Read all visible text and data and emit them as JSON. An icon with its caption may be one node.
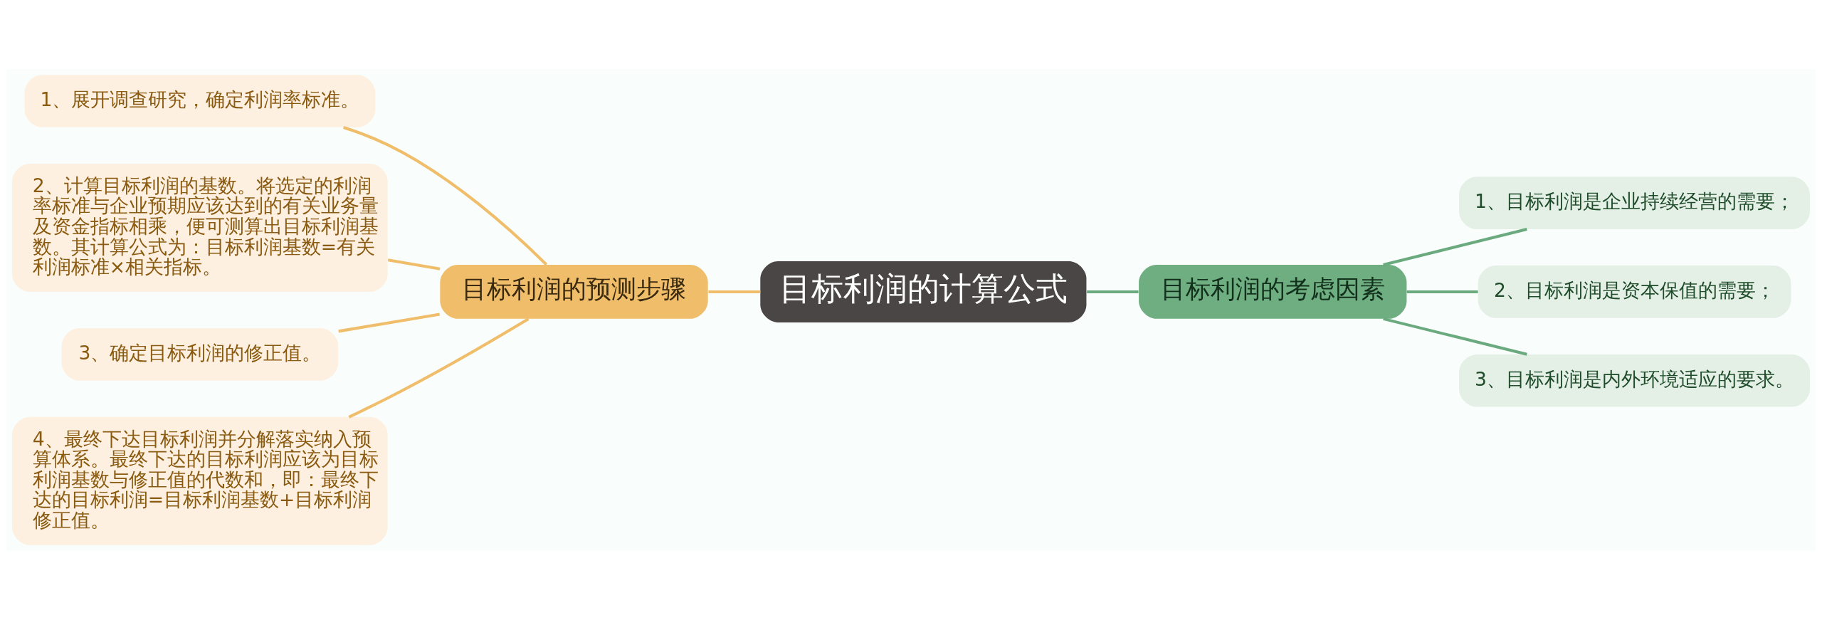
{
  "diagram": {
    "nodes": [
      {
        "text": [
          "目标利润的计算公式"
        ]
      },
      {
        "text": [
          "目标利润的预测步骤"
        ]
      },
      {
        "text": [
          "1、展开调查研究，确定利润率标准。"
        ]
      },
      {
        "text": [
          "2、计算目标利润的基数。将选定的利润率标准与企业预期应该达到的有关业务量及资金指标相乘，便可测算出目标利润基数。其计算公式为：目标利润基数=有关利润标准×相关指标。"
        ]
      },
      {
        "text": [
          "3、确定目标利润的修正值。"
        ]
      },
      {
        "text": [
          "4、最终下达目标利润并分解落实纳入预算体系。最终下达的目标利润应该为目标利润基数与修正值的代数和，即：最终下达的目标利润=目标利润基数+目标利润修正值。"
        ]
      },
      {
        "text": [
          "目标利润的考虑因素"
        ]
      },
      {
        "text": [
          "1、目标利润是企业持续经营的需要；"
        ]
      },
      {
        "text": [
          "2、目标利润是资本保值的需要；"
        ]
      },
      {
        "text": [
          "3、目标利润是内外环境适应的要求。"
        ]
      }
    ],
    "edges": [
      {
        "from": 2,
        "to": 1,
        "arrow": "none"
      },
      {
        "from": 3,
        "to": 1,
        "arrow": "none"
      },
      {
        "from": 4,
        "to": 1,
        "arrow": "none"
      },
      {
        "from": 5,
        "to": 1,
        "arrow": "none"
      },
      {
        "from": 1,
        "to": 0,
        "arrow": "none"
      },
      {
        "from": 0,
        "to": 6,
        "arrow": "none",
        "color": "#6aaa7e"
      },
      {
        "from": 6,
        "to": 7,
        "arrow": "none",
        "color": "#6aaa7e"
      },
      {
        "from": 6,
        "to": 8,
        "arrow": "none",
        "color": "#6aaa7e"
      },
      {
        "from": 6,
        "to": 9,
        "arrow": "none",
        "color": "#6aaa7e"
      }
    ]
  }
}
